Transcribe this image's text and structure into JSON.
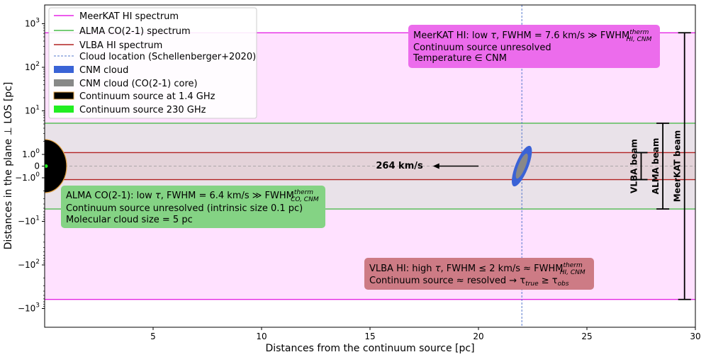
{
  "chart_data": {
    "type": "line",
    "xlabel": "Distances from the continuum source [pc]",
    "ylabel": "Distances in the plane ⊥ LOS [pc]",
    "xlim": [
      0,
      30
    ],
    "yscale": "symlog",
    "symlog_linthresh": 1,
    "ylim": [
      -2000,
      2000
    ],
    "xticks": [
      5,
      10,
      15,
      20,
      25,
      30
    ],
    "yticks": [
      {
        "value": 1000,
        "base": "10",
        "exp": "3",
        "sign": ""
      },
      {
        "value": 100,
        "base": "10",
        "exp": "2",
        "sign": ""
      },
      {
        "value": 10,
        "base": "10",
        "exp": "1",
        "sign": ""
      },
      {
        "value": 1,
        "base": "1.0",
        "exp": "0",
        "sign": ""
      },
      {
        "value": 0,
        "plain": "0"
      },
      {
        "value": -1,
        "base": "1.0",
        "exp": "0",
        "sign": "−"
      },
      {
        "value": -10,
        "base": "10",
        "exp": "1",
        "sign": "−"
      },
      {
        "value": -100,
        "base": "10",
        "exp": "2",
        "sign": "−"
      },
      {
        "value": -1000,
        "base": "10",
        "exp": "3",
        "sign": "−"
      }
    ],
    "bands": [
      {
        "name": "MeerKAT HI spectrum",
        "y0": -620,
        "y1": 620,
        "line": "#e526e5",
        "fill": "#ffe1ff",
        "fill_opacity": 1
      },
      {
        "name": "ALMA CO(2-1) spectrum",
        "y0": -5.2,
        "y1": 5.2,
        "line": "#4cba4c",
        "fill": "#bfe6bf",
        "fill_opacity": 0.35
      },
      {
        "name": "VLBA HI spectrum",
        "y0": -1.1,
        "y1": 1.1,
        "line": "#b22222",
        "fill": "#b22222",
        "fill_opacity": 0.08
      }
    ],
    "cloud_x": 22,
    "cloud_label": "Cloud location (Schellenberger+2020)",
    "cnm_cloud": {
      "x": 22,
      "y_min": -1.7,
      "y_max": 1.7,
      "label": "CNM cloud",
      "color": "#3a62d6"
    },
    "cnm_core": {
      "x": 22,
      "y_min": -1.1,
      "y_max": 1.1,
      "label": "CNM cloud (CO(2-1) core)",
      "color": "#888888"
    },
    "continuum_14": {
      "label": "Continuum source at 1.4 GHz",
      "radius_y": 2.2
    },
    "continuum_230": {
      "label": "Continuum source 230 GHz"
    },
    "velocity": {
      "label": "264 km/s",
      "x_from": 20,
      "x_to": 17.9,
      "y": 0
    },
    "beams": [
      {
        "label": "VLBA beam",
        "x": 27.5,
        "y0": -1.1,
        "y1": 1.1
      },
      {
        "label": "ALMA beam",
        "x": 28.5,
        "y0": -5.2,
        "y1": 5.2
      },
      {
        "label": "MeerKAT beam",
        "x": 29.5,
        "y0": -620,
        "y1": 620
      }
    ],
    "annotations": {
      "meerkat": {
        "color": "#ec6cec",
        "line1": {
          "pre": "MeerKAT HI: low ",
          "tau": "τ",
          "mid": ", FWHM = 7.6 km/s ≫ FWHM",
          "sup": "therm",
          "sub": "HI, CNM"
        },
        "line2": "Continuum source unresolved",
        "line3": "Temperature ∈ CNM"
      },
      "alma": {
        "color": "#84d384",
        "line1": {
          "pre": "ALMA CO(2-1): low ",
          "tau": "τ",
          "mid": ", FWHM = 6.4 km/s ≫ FWHM",
          "sup": "therm",
          "sub": "CO, CNM"
        },
        "line2": "Continuum source unresolved (intrinsic size 0.1 pc)",
        "line3": "Molecular cloud size = 5 pc"
      },
      "vlba": {
        "color": "#cd7b85",
        "line1": {
          "pre": "VLBA HI: high ",
          "tau": "τ",
          "mid": ", FWHM ≤ 2 km/s ≈ FWHM",
          "sup": "therm",
          "sub": "HI, CNM"
        },
        "line2": {
          "pre": "Continuum source ≈ resolved → τ",
          "sub1": "true",
          "mid": " ≥ τ",
          "sub2": "obs"
        }
      }
    },
    "legend": {
      "position": "top-left"
    }
  }
}
